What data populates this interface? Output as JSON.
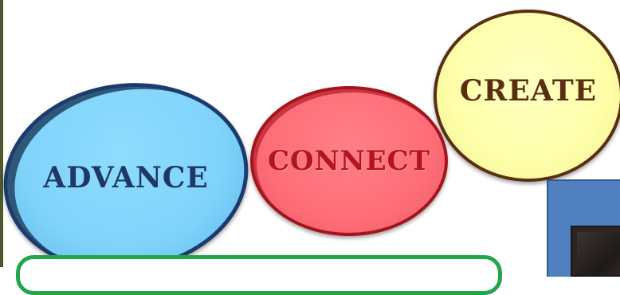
{
  "bubbles": {
    "advance": "ADVANCE",
    "connect": "CONNECT",
    "create": "CREATE"
  },
  "colors": {
    "advance_fill": "#7fd3fb",
    "advance_text": "#1f3864",
    "connect_fill": "#ff6e78",
    "connect_text": "#b3141e",
    "create_fill": "#ffffaa",
    "create_text": "#5a2e10",
    "panel_blue": "#4f7fbf",
    "box_green": "#22a64a"
  }
}
